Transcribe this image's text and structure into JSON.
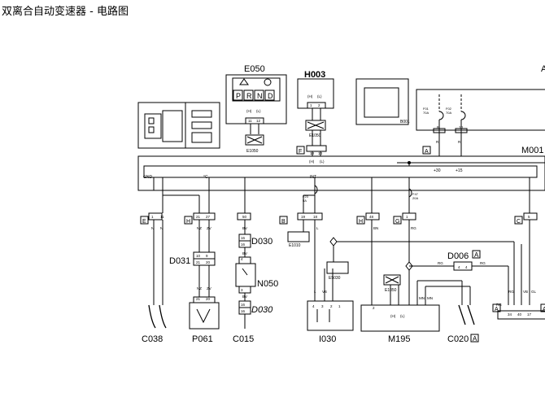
{
  "title": "双离合自动变速器 - 电路图",
  "components": {
    "E050": "E050",
    "H003": "H003",
    "M001": "M001",
    "A_top": "A",
    "C038": "C038",
    "P061": "P061",
    "C015": "C015",
    "I030": "I030",
    "M195": "M195",
    "C020": "C020",
    "D031": "D031",
    "D030_a": "D030",
    "D030_b": "D030",
    "N050": "N050",
    "D006": "D006",
    "E1050_a": "E1050",
    "E1050_b": "E1050",
    "E1050_c": "E1050",
    "E1010": "E1010",
    "E5030": "E5030",
    "B001": "B001"
  },
  "gear_letters": [
    "P",
    "R",
    "N",
    "D"
  ],
  "module_pins": {
    "gnd": "GND",
    "temp": "°C",
    "int": "INT",
    "plus30": "+30",
    "plus15": "+15"
  },
  "fuses": {
    "f23": "F23",
    "f23_rating": "5A",
    "f47": "F47",
    "f47_rating": "20A",
    "f01": "F01",
    "f01_rating": "70A",
    "f02": "F02",
    "f02_rating": "70A"
  },
  "connector_tags": [
    "E",
    "H",
    "B",
    "H",
    "G",
    "C",
    "F",
    "A",
    "A",
    "A"
  ],
  "pin_numbers": [
    "1",
    "11",
    "21",
    "27",
    "50",
    "19",
    "18",
    "48",
    "1",
    "5",
    "8",
    "10",
    "13",
    "14",
    "11",
    "12",
    "1",
    "2",
    "16",
    "16",
    "4",
    "3",
    "16",
    "16",
    "10",
    "9",
    "21",
    "20",
    "21",
    "20",
    "4",
    "3",
    "2",
    "1",
    "4",
    "4",
    "2",
    "34",
    "40",
    "17"
  ],
  "wire_colors": [
    "N",
    "N",
    "NZ",
    "ZV",
    "BV",
    "L",
    "BN",
    "RG",
    "RG",
    "RG",
    "VB",
    "GL",
    "R",
    "R",
    "VS",
    "L",
    "NZ",
    "ZV",
    "BV",
    "BV",
    "RG",
    "RG",
    "MN",
    "MN"
  ],
  "ground_labels": [
    "(H)",
    "(L)",
    "(H)",
    "(L)",
    "(H)",
    "(L)",
    "(H)",
    "(L)"
  ],
  "note_label": "A"
}
